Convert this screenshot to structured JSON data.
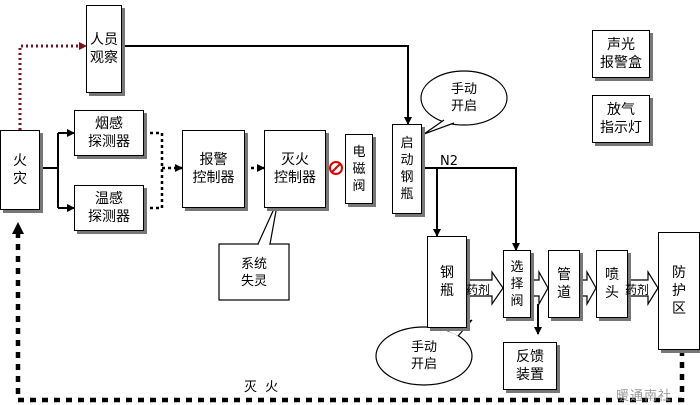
{
  "nodes": {
    "fire": "火\n灾",
    "observation": "人员\n观察",
    "smoke_detector": "烟感\n探测器",
    "heat_detector": "温感\n探测器",
    "alarm_controller": "报警\n控制器",
    "extinguish_controller": "灭火\n控制器",
    "solenoid_valve": "电\n磁\n阀",
    "start_cylinder": "启\n动\n钢\n瓶",
    "cylinder": "钢\n瓶",
    "selector_valve": "选\n择\n阀",
    "pipe": "管\n道",
    "nozzle": "喷\n头",
    "protection_zone": "防\n护\n区",
    "feedback_device": "反馈\n装置",
    "sound_light_alarm": "声光\n报警盒",
    "discharge_indicator": "放气\n指示灯"
  },
  "callouts": {
    "manual_start_top": "手动\n开启",
    "manual_start_bottom": "手动\n开启",
    "system_failure": "系统\n失灵"
  },
  "labels": {
    "n2": "N2",
    "agent_1": "药剂",
    "agent_2": "药剂",
    "fire_out": "灭  火"
  },
  "watermark": "暖通南社",
  "icons": {
    "solenoid": "prohibition-icon"
  }
}
